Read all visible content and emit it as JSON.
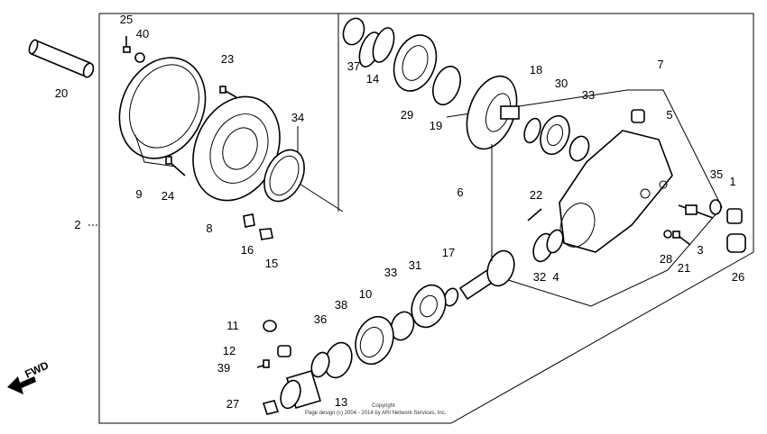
{
  "callouts": [
    {
      "id": "c25",
      "text": "25"
    },
    {
      "id": "c40",
      "text": "40"
    },
    {
      "id": "c20",
      "text": "20"
    },
    {
      "id": "c9",
      "text": "9"
    },
    {
      "id": "c23",
      "text": "23"
    },
    {
      "id": "c24",
      "text": "24"
    },
    {
      "id": "c8",
      "text": "8"
    },
    {
      "id": "c34",
      "text": "34"
    },
    {
      "id": "c37",
      "text": "37"
    },
    {
      "id": "c14",
      "text": "14"
    },
    {
      "id": "c29",
      "text": "29"
    },
    {
      "id": "c19",
      "text": "19"
    },
    {
      "id": "c18",
      "text": "18"
    },
    {
      "id": "c30",
      "text": "30"
    },
    {
      "id": "c33a",
      "text": "33"
    },
    {
      "id": "c7",
      "text": "7"
    },
    {
      "id": "c5",
      "text": "5"
    },
    {
      "id": "c2",
      "text": "2"
    },
    {
      "id": "c16",
      "text": "16"
    },
    {
      "id": "c15",
      "text": "15"
    },
    {
      "id": "c6",
      "text": "6"
    },
    {
      "id": "c22",
      "text": "22"
    },
    {
      "id": "c35",
      "text": "35"
    },
    {
      "id": "c1",
      "text": "1"
    },
    {
      "id": "c3",
      "text": "3"
    },
    {
      "id": "c32",
      "text": "32"
    },
    {
      "id": "c4",
      "text": "4"
    },
    {
      "id": "c28",
      "text": "28"
    },
    {
      "id": "c21",
      "text": "21"
    },
    {
      "id": "c26",
      "text": "26"
    },
    {
      "id": "c17",
      "text": "17"
    },
    {
      "id": "c31",
      "text": "31"
    },
    {
      "id": "c33b",
      "text": "33"
    },
    {
      "id": "c10",
      "text": "10"
    },
    {
      "id": "c38",
      "text": "38"
    },
    {
      "id": "c36",
      "text": "36"
    },
    {
      "id": "c11",
      "text": "11"
    },
    {
      "id": "c12",
      "text": "12"
    },
    {
      "id": "c39",
      "text": "39"
    },
    {
      "id": "c27",
      "text": "27"
    },
    {
      "id": "c13",
      "text": "13"
    }
  ],
  "direction_label": "FWD",
  "copyright": {
    "line1": "Copyright",
    "line2": "Page design (c) 2004 - 2014 by ARI Network Services, Inc."
  }
}
